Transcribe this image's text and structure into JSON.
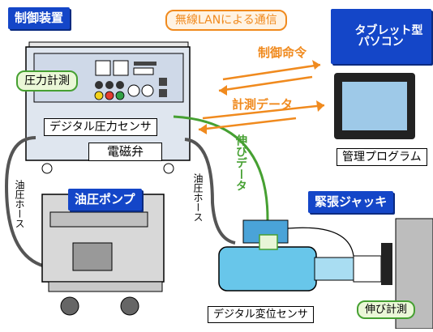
{
  "title_control": "制御装置",
  "title_tablet": "タブレット型\nパソコン",
  "wireless": "無線LANによる通信",
  "control_cmd": "制御命令",
  "measure_data": "計測データ",
  "stretch_data": "伸びデータ",
  "pressure": "圧力計測",
  "sensor": "デジタル圧力センサ",
  "valve": "電磁弁",
  "hose_left": "油圧ホース",
  "hose_mid": "油圧ホース",
  "pump": "油圧ポンプ",
  "jack": "緊張ジャッキ",
  "mgmt": "管理プログラム",
  "disp_sensor": "デジタル変位センサ",
  "stretch_meas": "伸び計測",
  "colors": {
    "blue": "#1446c8",
    "green": "#46a032",
    "orange": "#f08a1e",
    "cyan": "#68c6ea"
  }
}
